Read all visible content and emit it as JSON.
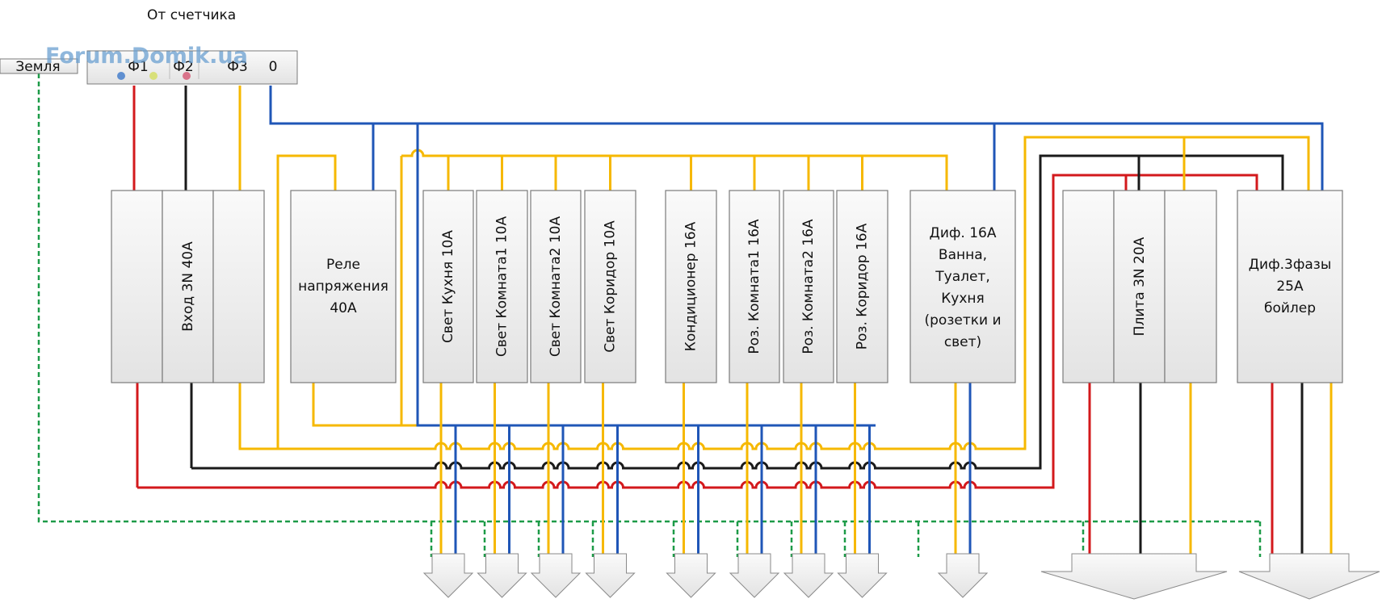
{
  "colors": {
    "L1": "#d3191c",
    "L2": "#1a1a1a",
    "L3": "#f6b800",
    "N": "#1f56b7",
    "PE": "#1d9b48",
    "box_fill": "#f1f1f1",
    "box_stroke": "#7a7a7a"
  },
  "header": {
    "meter_label": "От счетчика",
    "ground_label": "Земля",
    "watermark": "Forum.Domik.ua",
    "terminals": [
      "Ф1",
      "Ф2",
      "Ф3",
      "0"
    ]
  },
  "devices": {
    "main": "Вход 3N 40A",
    "relay": [
      "Реле",
      "напряжения",
      "40А"
    ],
    "b1": "Свет Кухня 10A",
    "b2": "Свет Комната1 10А",
    "b3": "Свет Комната2 10А",
    "b4": "Свет Коридор 10А",
    "b5": "Кондиционер 16А",
    "b6": "Роз. Комната1 16А",
    "b7": "Роз. Комната2 16А",
    "b8": "Роз. Коридор 16А",
    "rcd": [
      "Диф. 16А",
      "Ванна,",
      "Туалет,",
      "Кухня",
      "(розетки и",
      "свет)"
    ],
    "stove": "Плита 3N 20A",
    "rcd3": [
      "Диф.3фазы",
      "25А",
      "бойлер"
    ]
  }
}
